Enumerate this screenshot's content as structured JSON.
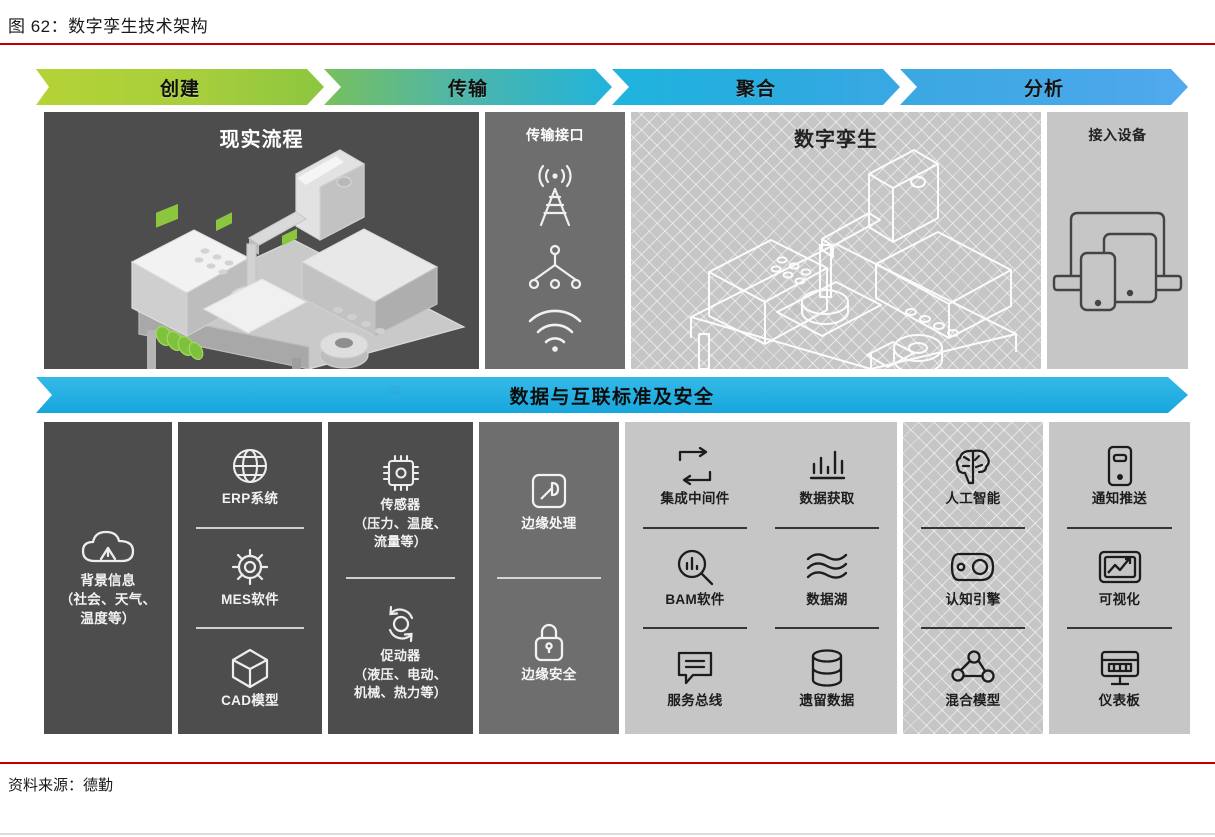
{
  "figure": {
    "title": "图 62：数字孪生技术架构",
    "source": "资料来源：德勤",
    "accent_color": "#c00000"
  },
  "stages": [
    {
      "label": "创建",
      "color": "#a8ce3c"
    },
    {
      "label": "传输",
      "color": "#4fb6a6"
    },
    {
      "label": "聚合",
      "color": "#29ace0"
    },
    {
      "label": "分析",
      "color": "#46a8e8"
    }
  ],
  "upper_panels": [
    {
      "title": "现实流程",
      "style": "dark",
      "icon": "factory-robot-illustration"
    },
    {
      "title": "传输接口",
      "style": "mid",
      "icons": [
        "antenna-tower-icon",
        "network-hub-icon",
        "wifi-icon"
      ]
    },
    {
      "title": "数字孪生",
      "style": "light-hatch",
      "icon": "factory-robot-wireframe-illustration"
    },
    {
      "title": "接入设备",
      "style": "light",
      "icon": "devices-laptop-tablet-phone-icon"
    }
  ],
  "mid_band": {
    "label": "数据与互联标准及安全",
    "color": "#26b0e2"
  },
  "lower_cards": [
    {
      "style": "dark",
      "layout": "single",
      "items": [
        {
          "icon": "cloud-icon",
          "label": "背景信息\n（社会、天气、\n温度等）"
        }
      ]
    },
    {
      "style": "dark",
      "layout": "single",
      "items": [
        {
          "icon": "globe-icon",
          "label": "ERP系统"
        },
        {
          "icon": "gear-icon",
          "label": "MES软件"
        },
        {
          "icon": "cube-icon",
          "label": "CAD模型"
        }
      ]
    },
    {
      "style": "dark",
      "layout": "single",
      "items": [
        {
          "icon": "chip-icon",
          "label": "传感器\n（压力、温度、\n流量等）"
        },
        {
          "icon": "actuator-icon",
          "label": "促动器\n（液压、电动、\n机械、热力等）"
        }
      ]
    },
    {
      "style": "mid",
      "layout": "single",
      "items": [
        {
          "icon": "edge-processing-icon",
          "label": "边缘处理"
        },
        {
          "icon": "lock-icon",
          "label": "边缘安全"
        }
      ]
    },
    {
      "style": "light",
      "layout": "double",
      "left": [
        {
          "icon": "loop-arrows-icon",
          "label": "集成中间件"
        },
        {
          "icon": "chart-magnifier-icon",
          "label": "BAM软件"
        },
        {
          "icon": "speech-bubble-icon",
          "label": "服务总线"
        }
      ],
      "right": [
        {
          "icon": "bar-chart-icon",
          "label": "数据获取"
        },
        {
          "icon": "waves-icon",
          "label": "数据湖"
        },
        {
          "icon": "database-icon",
          "label": "遗留数据"
        }
      ]
    },
    {
      "style": "light-hatch",
      "layout": "single",
      "items": [
        {
          "icon": "brain-icon",
          "label": "人工智能"
        },
        {
          "icon": "cognitive-engine-icon",
          "label": "认知引擎"
        },
        {
          "icon": "hybrid-model-icon",
          "label": "混合模型"
        }
      ]
    },
    {
      "style": "light",
      "layout": "single",
      "items": [
        {
          "icon": "notification-phone-icon",
          "label": "通知推送"
        },
        {
          "icon": "visualization-icon",
          "label": "可视化"
        },
        {
          "icon": "dashboard-icon",
          "label": "仪表板"
        }
      ]
    }
  ]
}
